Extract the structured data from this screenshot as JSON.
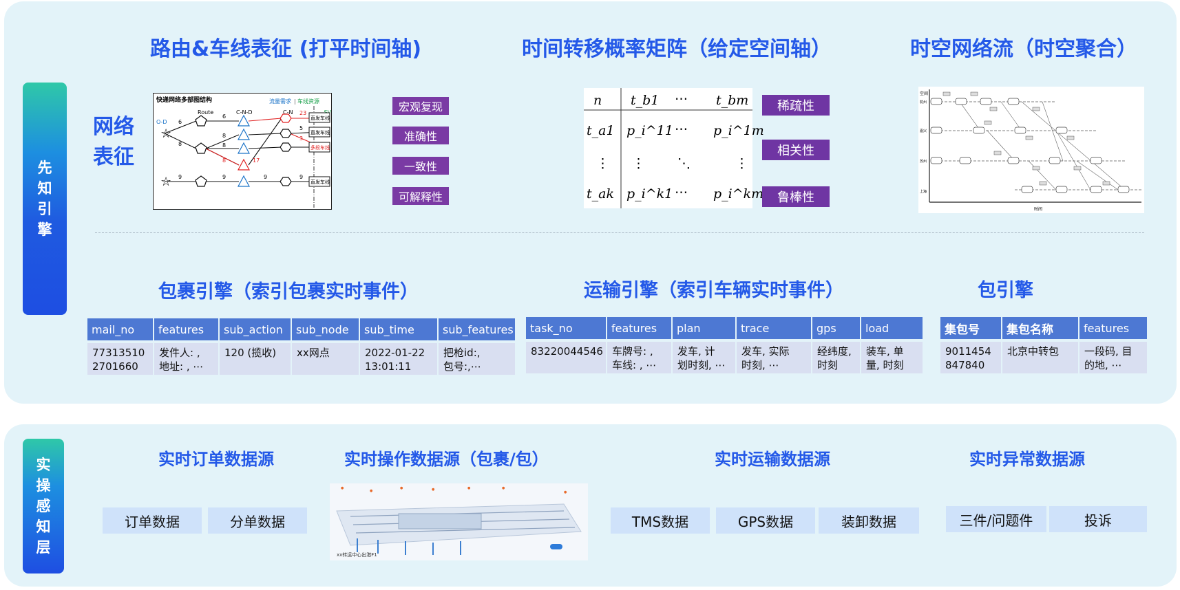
{
  "side_labels": {
    "top": "先知引擎",
    "bottom": "实操感知层"
  },
  "top": {
    "network_label": "网络表征",
    "titles": {
      "route": "路由&车线表征 (打平时间轴)",
      "matrix": "时间转移概率矩阵（给定空间轴）",
      "flow": "时空网络流（时空聚合）"
    },
    "route_tags": [
      "宏观复现",
      "准确性",
      "一致性",
      "可解释性"
    ],
    "matrix_tags": [
      "稀疏性",
      "相关性",
      "鲁棒性"
    ],
    "net_diagram": {
      "title": "快递网络多部图结构",
      "demand_label": "流量需求",
      "resource_label": "车线资源",
      "col_labels": [
        "O-D",
        "Route",
        "C-N-D",
        "C-N",
        "SV"
      ],
      "sv_boxes": [
        "直发车线",
        "直发车线",
        "多段车线",
        "直发车线"
      ],
      "edge_labels": [
        "6",
        "6",
        "23",
        "8",
        "5",
        "8",
        "8",
        "3",
        "8",
        "17",
        "9",
        "9",
        "9",
        "9"
      ]
    },
    "matrix": {
      "header": [
        "n",
        "t_b1",
        "⋯",
        "t_bm"
      ],
      "rows": [
        [
          "t_a1",
          "p_i^11",
          "⋯",
          "p_i^1m"
        ],
        [
          "⋮",
          "⋮",
          "⋱",
          "⋮"
        ],
        [
          "t_ak",
          "p_i^k1",
          "⋯",
          "p_i^km"
        ]
      ]
    },
    "flow_diagram": {
      "y_axis_label": "空间",
      "x_axis_label": "时间",
      "row_labels": [
        "杭州",
        "嘉兴",
        "苏州",
        "上海"
      ]
    },
    "engines": {
      "parcel": {
        "title": "包裹引擎（索引包裹实时事件）",
        "columns": [
          "mail_no",
          "features",
          "sub_action",
          "sub_node",
          "sub_time",
          "sub_features"
        ],
        "row": [
          "77313510\n2701660",
          "发件人: ,\n地址: , ⋯",
          "120 (揽收)",
          "xx网点",
          "2022-01-22\n13:01:11",
          "把枪id:,\n包号:,⋯"
        ]
      },
      "transport": {
        "title": "运输引擎（索引车辆实时事件）",
        "columns": [
          "task_no",
          "features",
          "plan",
          "trace",
          "gps",
          "load"
        ],
        "row": [
          "83220044546",
          "车牌号: ,\n车线: , ⋯",
          "发车, 计\n划时刻, ⋯",
          "发车, 实际\n时刻, ⋯",
          "经纬度,\n时刻",
          "装车, 单\n量, 时刻"
        ]
      },
      "bag": {
        "title": "包引擎",
        "columns": [
          "集包号",
          "集包名称",
          "features"
        ],
        "row": [
          "9011454\n847840",
          "北京中转包",
          "一段码, 目\n的地, ⋯"
        ]
      }
    }
  },
  "bottom": {
    "sources": {
      "order": {
        "title": "实时订单数据源",
        "items": [
          "订单数据",
          "分单数据"
        ]
      },
      "operation": {
        "title": "实时操作数据源（包裹/包）",
        "caption": "xx转运中心出港F1"
      },
      "transport": {
        "title": "实时运输数据源",
        "items": [
          "TMS数据",
          "GPS数据",
          "装卸数据"
        ]
      },
      "exception": {
        "title": "实时异常数据源",
        "items": [
          "三件/问题件",
          "投诉"
        ]
      }
    }
  }
}
